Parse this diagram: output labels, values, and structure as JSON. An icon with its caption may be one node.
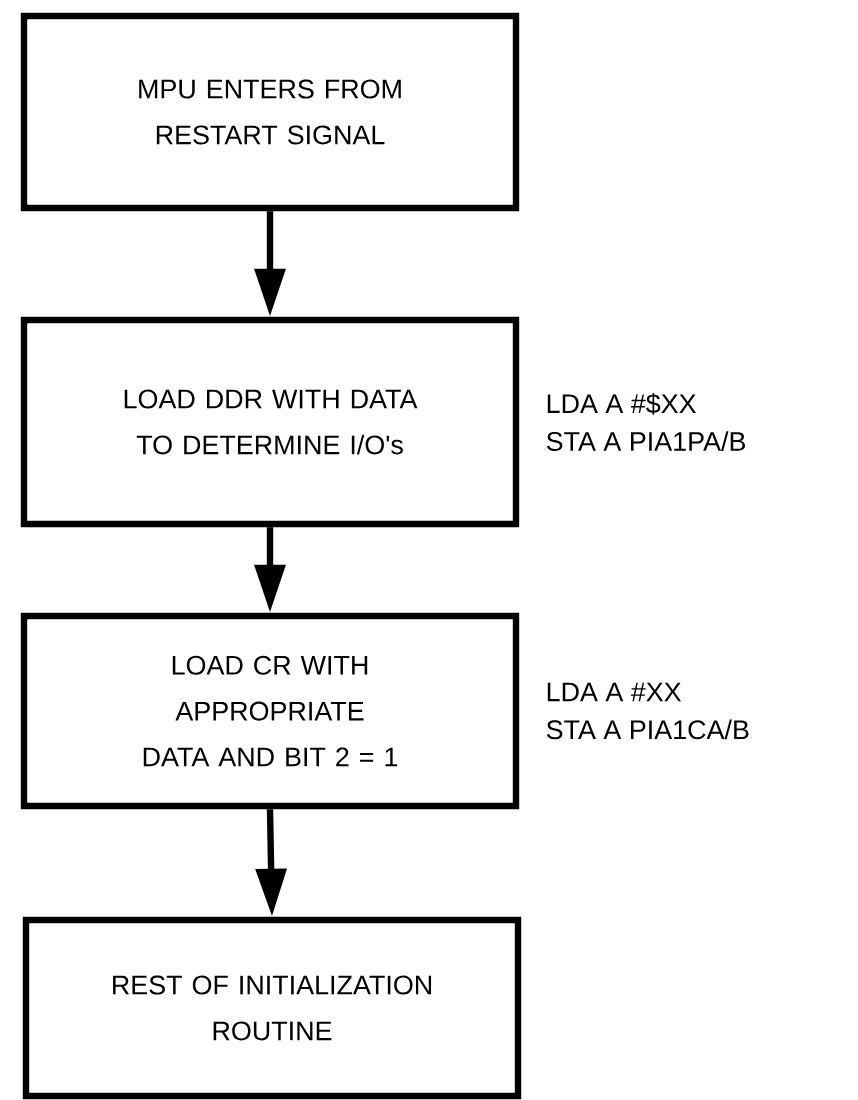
{
  "diagram": {
    "nodes": [
      {
        "text": [
          "MPU ENTERS FROM RESTART SIGNAL"
        ]
      },
      {
        "text": [
          "LOAD DDR WITH DATA TO DETERMINE I/O's"
        ],
        "beside": [
          "LDA A #$XX",
          "STA A PIA1PA/B"
        ]
      },
      {
        "text": [
          "LOAD CR WITH APPROPRIATE DATA AND BIT 2 = 1"
        ],
        "beside": [
          "LDA A #XX",
          "STA A PIA1CA/B"
        ]
      },
      {
        "text": [
          "REST OF INITIALIZATION ROUTINE"
        ]
      }
    ],
    "edges": [
      {
        "from": 0,
        "to": 1,
        "arrow": "to"
      },
      {
        "from": 1,
        "to": 2,
        "arrow": "to"
      },
      {
        "from": 2,
        "to": 3,
        "arrow": "to"
      }
    ]
  }
}
